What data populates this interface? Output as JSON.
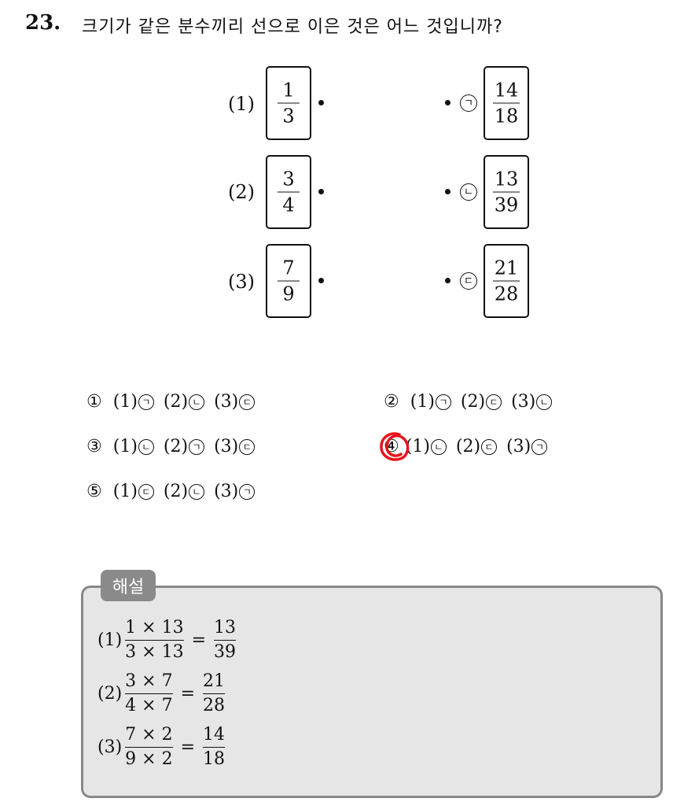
{
  "question": {
    "number": "23.",
    "text": "크기가 같은 분수끼리 선으로 이은 것은 어느 것입니까?"
  },
  "left_items": [
    {
      "label": "(1)",
      "num": "1",
      "den": "3"
    },
    {
      "label": "(2)",
      "num": "3",
      "den": "4"
    },
    {
      "label": "(3)",
      "num": "7",
      "den": "9"
    }
  ],
  "right_items": [
    {
      "marker": "ㄱ",
      "num": "14",
      "den": "18"
    },
    {
      "marker": "ㄴ",
      "num": "13",
      "den": "39"
    },
    {
      "marker": "ㄷ",
      "num": "21",
      "den": "28"
    }
  ],
  "choices": [
    {
      "num": "①",
      "pairs": [
        [
          "(1)",
          "ㄱ"
        ],
        [
          "(2)",
          "ㄴ"
        ],
        [
          "(3)",
          "ㄷ"
        ]
      ]
    },
    {
      "num": "②",
      "pairs": [
        [
          "(1)",
          "ㄱ"
        ],
        [
          "(2)",
          "ㄷ"
        ],
        [
          "(3)",
          "ㄴ"
        ]
      ]
    },
    {
      "num": "③",
      "pairs": [
        [
          "(1)",
          "ㄴ"
        ],
        [
          "(2)",
          "ㄱ"
        ],
        [
          "(3)",
          "ㄷ"
        ]
      ]
    },
    {
      "num": "④",
      "pairs": [
        [
          "(1)",
          "ㄴ"
        ],
        [
          "(2)",
          "ㄷ"
        ],
        [
          "(3)",
          "ㄱ"
        ]
      ]
    },
    {
      "num": "⑤",
      "pairs": [
        [
          "(1)",
          "ㄷ"
        ],
        [
          "(2)",
          "ㄴ"
        ],
        [
          "(3)",
          "ㄱ"
        ]
      ]
    }
  ],
  "selected_choice": "④",
  "colors": {
    "answer_mark": "#e8131b",
    "solution_bg": "#e6e6e6",
    "solution_tab": "#8a8a8a"
  },
  "solution": {
    "tab_label": "해설",
    "lines": [
      {
        "label": "(1)",
        "num": "1 × 13",
        "den": "3 × 13",
        "rnum": "13",
        "rden": "39"
      },
      {
        "label": "(2)",
        "num": "3 × 7",
        "den": "4 × 7",
        "rnum": "21",
        "rden": "28"
      },
      {
        "label": "(3)",
        "num": "7 × 2",
        "den": "9 × 2",
        "rnum": "14",
        "rden": "18"
      }
    ],
    "equals": "="
  }
}
